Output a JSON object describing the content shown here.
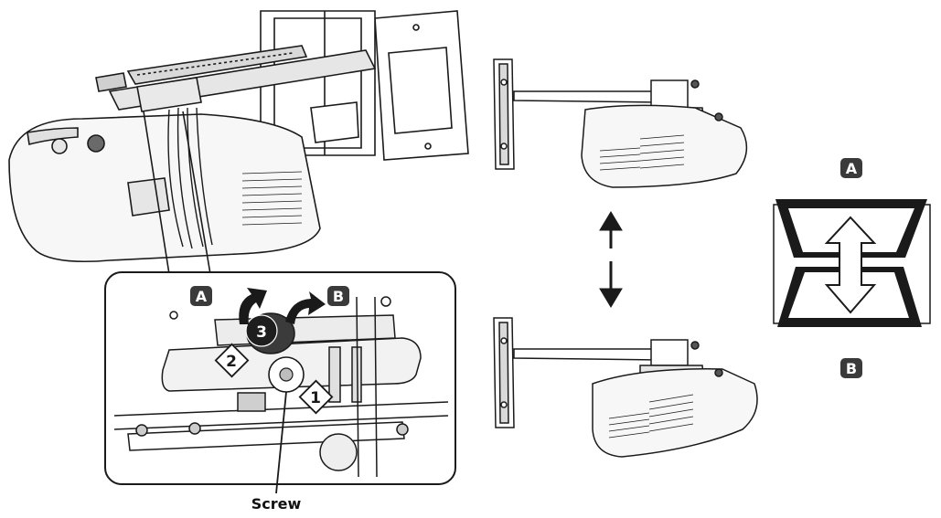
{
  "labels": {
    "a": "A",
    "b": "B",
    "step1": "1",
    "step2": "2",
    "step3": "3",
    "screw": "Screw"
  },
  "colors": {
    "line": "#1a1a1a",
    "label_box": "#3a3a3a",
    "label_text": "#ffffff",
    "fill_light": "#f2f2f2",
    "fill_mid": "#d9d9d9",
    "fill_dark": "#555555"
  }
}
